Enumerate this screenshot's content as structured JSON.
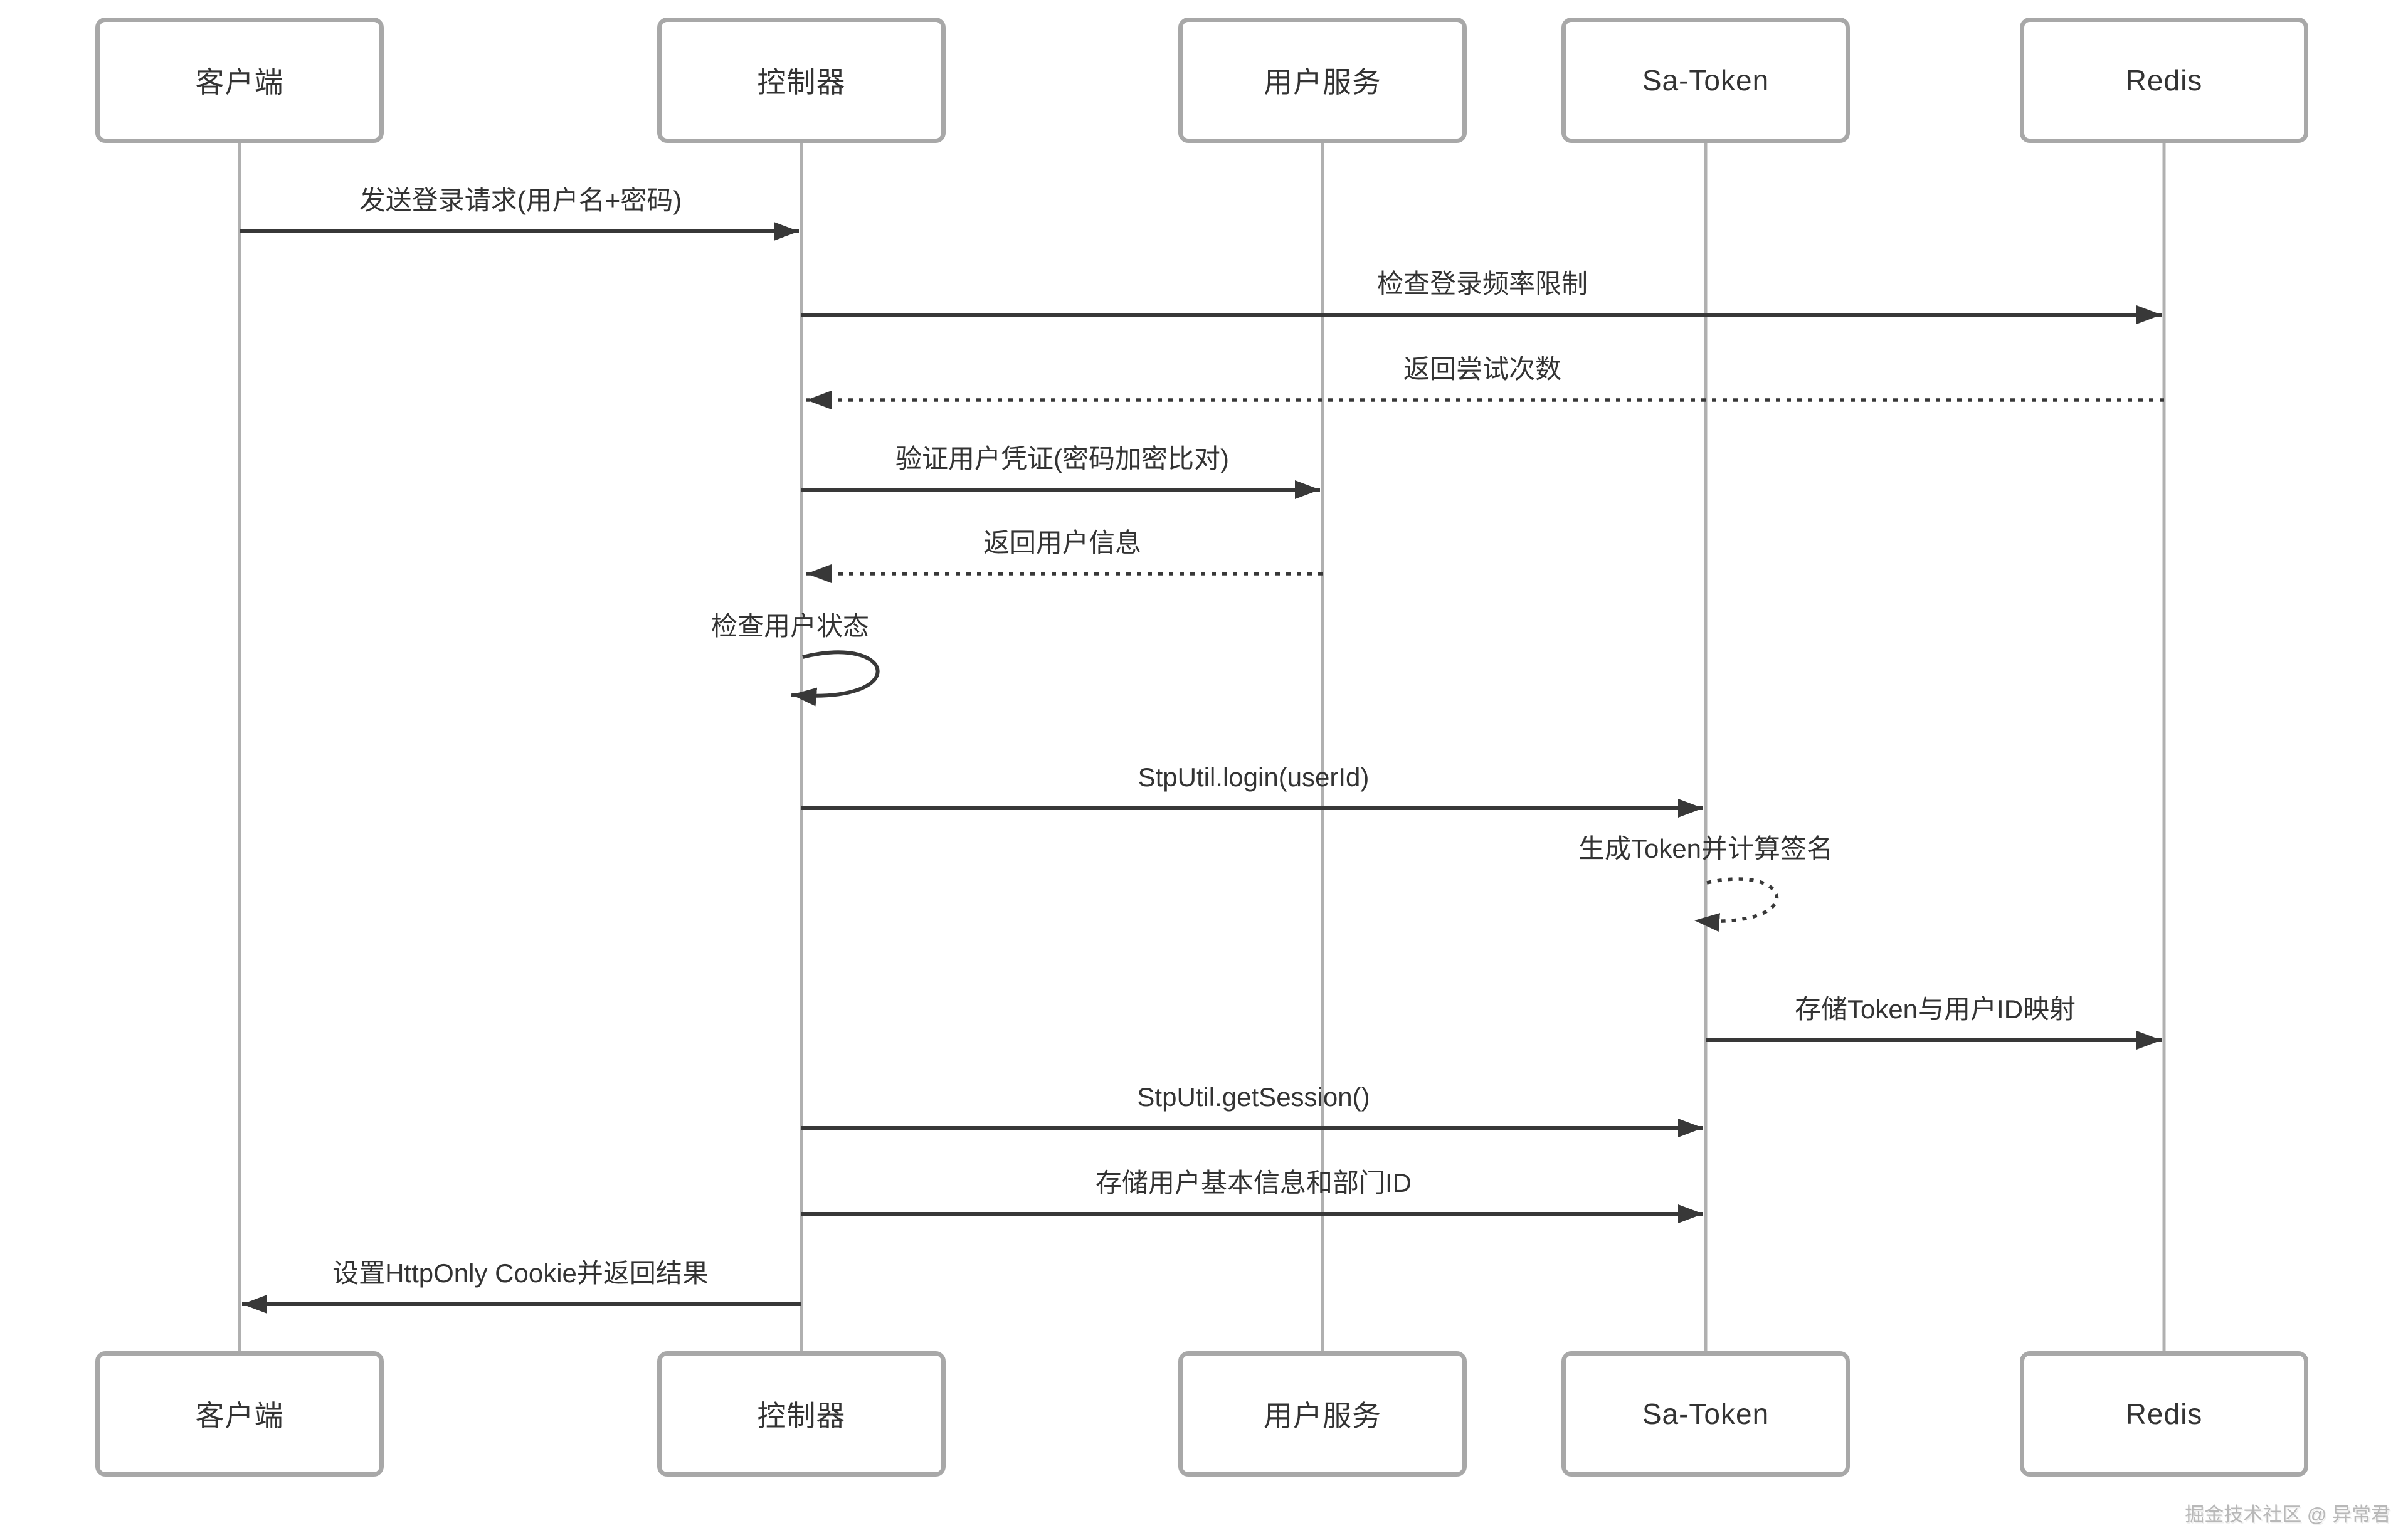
{
  "diagram": {
    "type": "sequence",
    "participants": [
      {
        "id": "client",
        "label": "客户端"
      },
      {
        "id": "controller",
        "label": "控制器"
      },
      {
        "id": "user-service",
        "label": "用户服务"
      },
      {
        "id": "sa-token",
        "label": "Sa-Token"
      },
      {
        "id": "redis",
        "label": "Redis"
      }
    ],
    "messages": [
      {
        "from": "客户端",
        "to": "控制器",
        "label": "发送登录请求(用户名+密码)",
        "line": "solid"
      },
      {
        "from": "控制器",
        "to": "Redis",
        "label": "检查登录频率限制",
        "line": "solid"
      },
      {
        "from": "Redis",
        "to": "控制器",
        "label": "返回尝试次数",
        "line": "dashed"
      },
      {
        "from": "控制器",
        "to": "用户服务",
        "label": "验证用户凭证(密码加密比对)",
        "line": "solid"
      },
      {
        "from": "用户服务",
        "to": "控制器",
        "label": "返回用户信息",
        "line": "dashed"
      },
      {
        "from": "控制器",
        "to": "控制器",
        "label": "检查用户状态",
        "line": "solid-self-loop"
      },
      {
        "from": "控制器",
        "to": "Sa-Token",
        "label": "StpUtil.login(userId)",
        "line": "solid"
      },
      {
        "from": "Sa-Token",
        "to": "Sa-Token",
        "label": "生成Token并计算签名",
        "line": "dashed-self-loop"
      },
      {
        "from": "Sa-Token",
        "to": "Redis",
        "label": "存储Token与用户ID映射",
        "line": "solid"
      },
      {
        "from": "控制器",
        "to": "Sa-Token",
        "label": "StpUtil.getSession()",
        "line": "solid"
      },
      {
        "from": "控制器",
        "to": "Sa-Token",
        "label": "存储用户基本信息和部门ID",
        "line": "solid"
      },
      {
        "from": "控制器",
        "to": "客户端",
        "label": "设置HttpOnly Cookie并返回结果",
        "line": "solid"
      }
    ],
    "watermark": "掘金技术社区 @ 异常君",
    "colors": {
      "background": "#ffffff",
      "actor_border": "#a8a8a8",
      "actor_fill": "#ffffff",
      "lifeline": "#b0b0b0",
      "message_line": "#383838",
      "text": "#333333",
      "watermark": "#b8b8b8"
    }
  }
}
